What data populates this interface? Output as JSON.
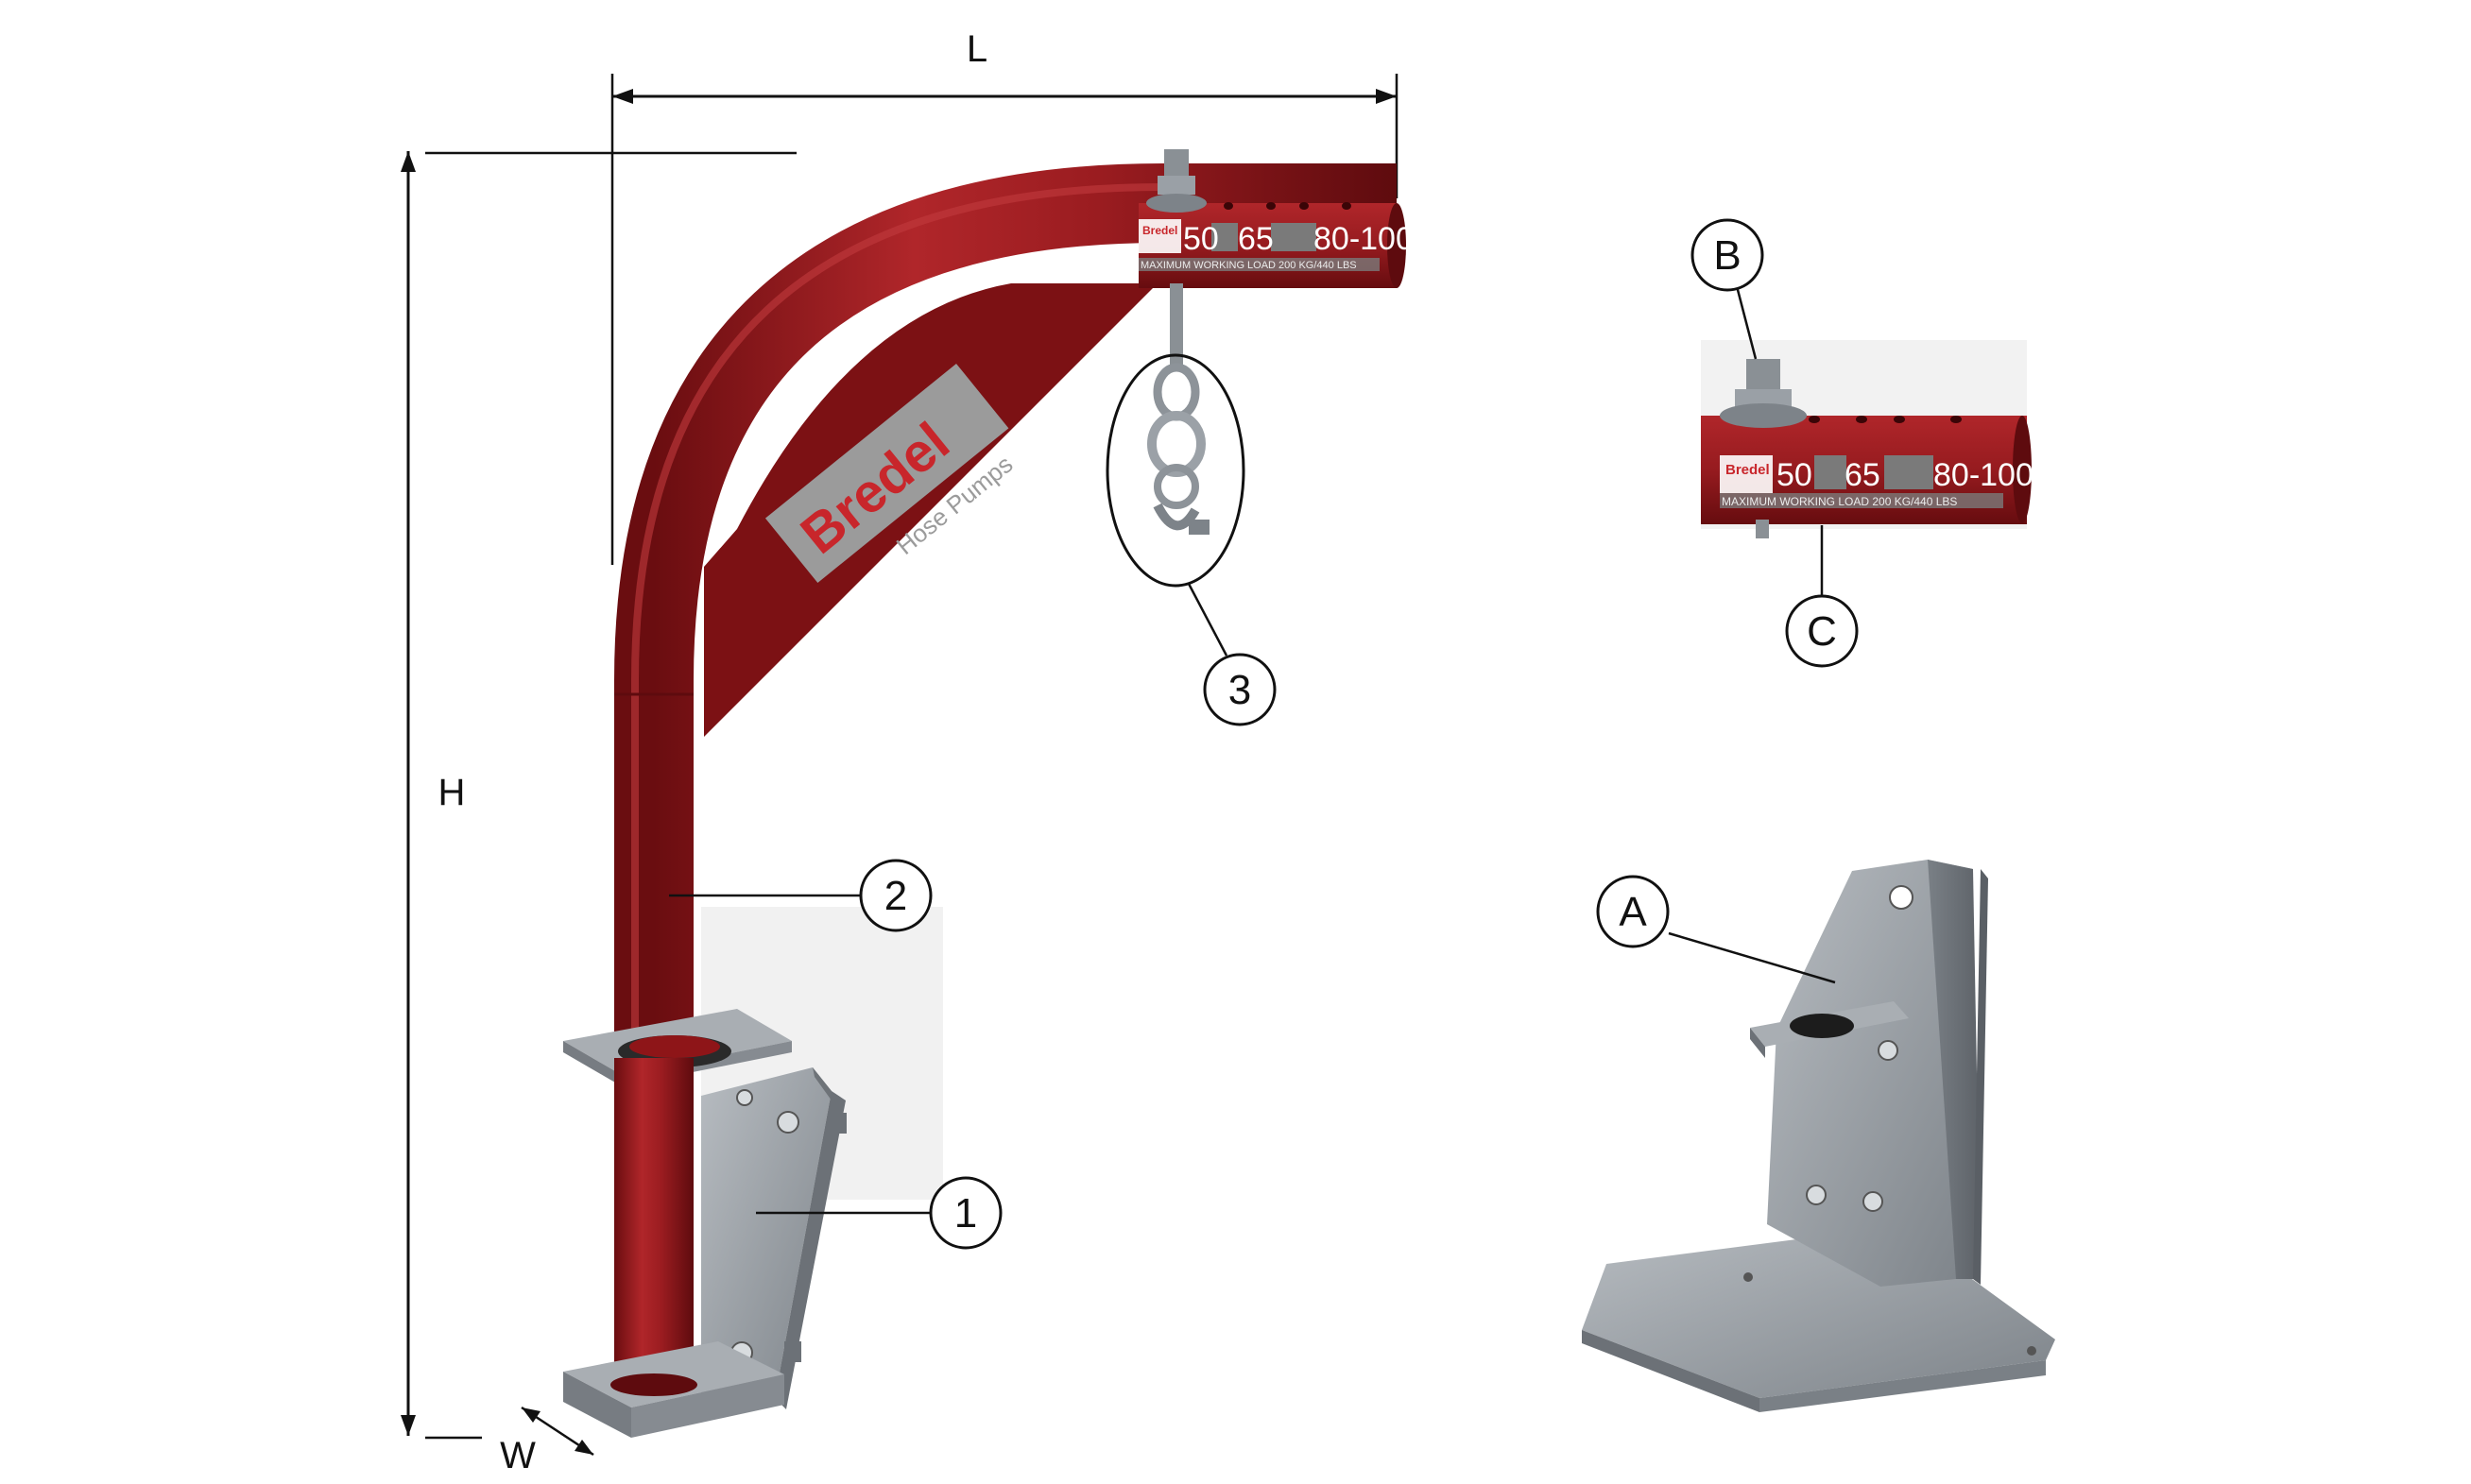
{
  "dimensions": {
    "length_label": "L",
    "height_label": "H",
    "width_label": "W"
  },
  "callouts": {
    "c1": "1",
    "c2": "2",
    "c3": "3",
    "cA": "A",
    "cB": "B",
    "cC": "C"
  },
  "brand": {
    "name": "Bredel",
    "tagline": "Hose Pumps"
  },
  "arm_scale": {
    "positions": [
      "50",
      "65",
      "80-100"
    ],
    "load_text": "MAXIMUM WORKING LOAD 200 KG/440 LBS"
  },
  "colors": {
    "arm_red": "#8e1518",
    "steel_grey": "#9fa5ab",
    "label_grey": "#9b9b9b",
    "line": "#111111"
  }
}
